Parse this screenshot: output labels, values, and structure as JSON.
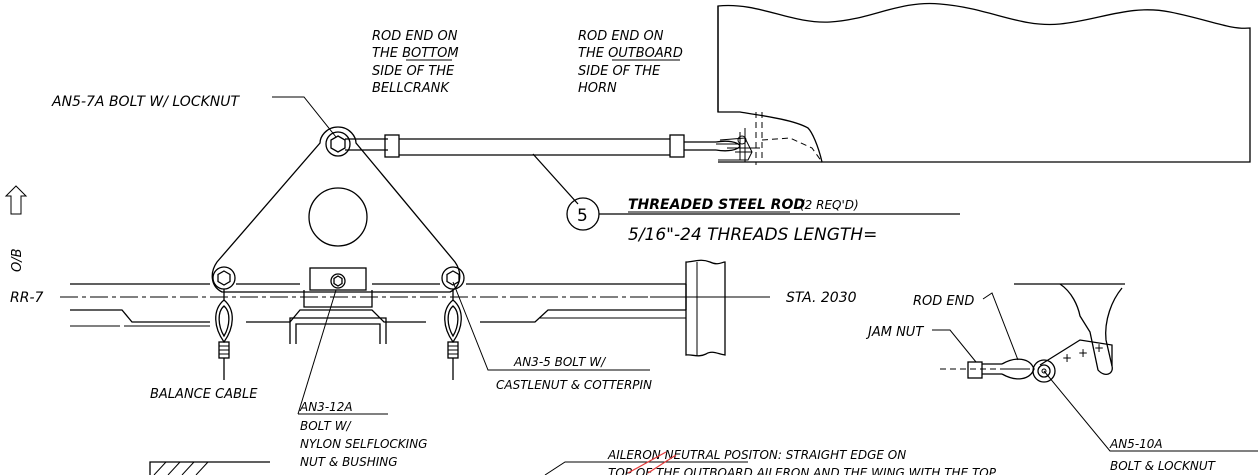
{
  "labels": {
    "rod_end_bottom": [
      "ROD END ON",
      "THE BOTTOM",
      "SIDE OF THE",
      "BELLCRANK"
    ],
    "rod_end_outboard": [
      "ROD END ON",
      "THE OUTBOARD",
      "SIDE OF THE",
      "HORN"
    ],
    "an5_7a": "AN5-7A BOLT W/ LOCKNUT",
    "item_number": "5",
    "rod_title": "THREADED STEEL ROD",
    "rod_qty": "(2 REQ'D)",
    "rod_threads": "5/16\"-24 THREADS   LENGTH=",
    "direction": "O/B",
    "rr7": "RR-7",
    "sta": "STA. 2030",
    "rod_end": "ROD END",
    "jam_nut": "JAM NUT",
    "an3_5": [
      "AN3-5 BOLT W/",
      "CASTLENUT & COTTERPIN"
    ],
    "balance_cable": "BALANCE CABLE",
    "an3_12a": [
      "AN3-12A",
      "BOLT W/",
      "NYLON SELFLOCKING",
      "NUT & BUSHING"
    ],
    "an5_10a": [
      "AN5-10A",
      "BOLT & LOCKNUT"
    ],
    "aileron_neutral": "AILERON NEUTRAL POSITON: STRAIGHT EDGE ON",
    "aileron_neutral_2": "TOP OF THE OUTBOARD AILERON AND THE WING WITH THE TOP"
  }
}
